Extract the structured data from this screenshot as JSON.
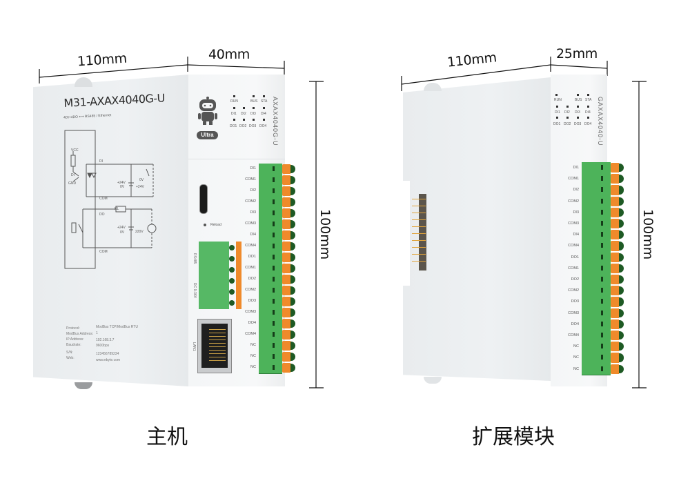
{
  "main_unit": {
    "caption": "主机",
    "dimensions": {
      "depth": "110mm",
      "width": "40mm",
      "height": "100mm"
    },
    "model": "M31-AXAX4040G-U",
    "subtitle": "4DI+4DO ⟷ RS485 / Ethernet",
    "side_model": "AXAX4040G-U",
    "brand_badge": "Ultra",
    "leds": {
      "row1": [
        "RUN",
        "BUS",
        "STA"
      ],
      "row2": [
        "DI1",
        "DI2",
        "DI3",
        "DI4"
      ],
      "row3": [
        "DO1",
        "DO2",
        "DO3",
        "DO4"
      ]
    },
    "reload_label": "Reload",
    "rs485_label": "RS485",
    "power_label": "DC 9-36V",
    "lan_label": "LAN1",
    "terminal_pins": [
      "DI1",
      "COM1",
      "DI2",
      "COM2",
      "DI3",
      "COM3",
      "DI4",
      "COM4",
      "DO1",
      "COM1",
      "DO2",
      "COM2",
      "DO3",
      "COM3",
      "DO4",
      "COM4",
      "NC",
      "NC",
      "NC"
    ],
    "wiring_diagram": {
      "labels": [
        "VCC",
        "DI",
        "GND",
        "DI",
        "COM",
        "+24V",
        "0V",
        "0V",
        "+24V",
        "DO",
        "RL",
        "+24V",
        "0V",
        "220V",
        "COM"
      ]
    },
    "info_table": [
      {
        "label": "Protocol:",
        "value": "ModBus TCP/ModBus RTU"
      },
      {
        "label": "ModBus Address:",
        "value": "1"
      },
      {
        "label": "IP Address:",
        "value": "192.168.3.7"
      },
      {
        "label": "Baudrate:",
        "value": "9600bps"
      },
      {
        "label": "S/N:",
        "value": "123456789234"
      },
      {
        "label": "Web:",
        "value": "www.ebyte.com"
      }
    ]
  },
  "expansion_module": {
    "caption": "扩展模块",
    "dimensions": {
      "depth": "110mm",
      "width": "25mm",
      "height": "100mm"
    },
    "side_model": "GAXAX4040-U",
    "leds": {
      "row1": [
        "RUN",
        "BUS",
        "STA"
      ],
      "row2": [
        "DI1",
        "DI2",
        "DI3",
        "DI4"
      ],
      "row3": [
        "DO1",
        "DO2",
        "DO3",
        "DO4"
      ]
    },
    "terminal_pins": [
      "DI1",
      "COM1",
      "DI2",
      "COM2",
      "DI3",
      "COM3",
      "DI4",
      "COM4",
      "DO1",
      "COM1",
      "DO2",
      "COM2",
      "DO3",
      "COM3",
      "DO4",
      "COM4",
      "NC",
      "NC",
      "NC"
    ]
  },
  "colors": {
    "terminal_green": "#4db35a",
    "terminal_orange": "#ef8a2b",
    "terminal_dark": "#1e5a24",
    "housing": "#eef1f3",
    "pin_gold": "#e0a33a"
  }
}
